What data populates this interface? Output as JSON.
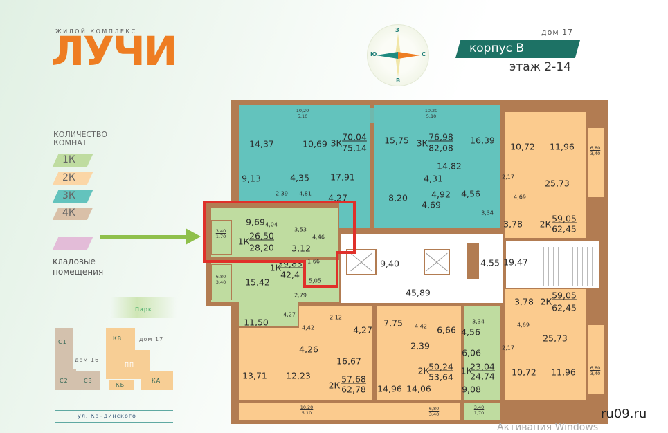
{
  "branding": {
    "subtitle": "ЖИЛОЙ КОМПЛЕКС",
    "name": "ЛУЧИ"
  },
  "legend": {
    "title_line1": "КОЛИЧЕСТВО",
    "title_line2": "КОМНАТ",
    "items": [
      {
        "label": "1К",
        "color": "#bfdca0"
      },
      {
        "label": "2К",
        "color": "#fbd6a6"
      },
      {
        "label": "3К",
        "color": "#63c3bd"
      },
      {
        "label": "4К",
        "color": "#d9c0a8"
      }
    ],
    "storage": {
      "color": "#e3bcd8",
      "line1": "кладовые",
      "line2": "помещения"
    }
  },
  "site_map": {
    "park": "Парк",
    "house16": "дом 16",
    "house17": "дом 17",
    "blocks": [
      "С1",
      "С2",
      "С3",
      "КВ",
      "ПП",
      "КБ",
      "КА"
    ],
    "street": "ул. Кандинского"
  },
  "compass": {
    "n": "З",
    "s": "В",
    "w": "Ю",
    "e": "С"
  },
  "header": {
    "house": "дом 17",
    "building": "корпус В",
    "floor": "этаж 2-14"
  },
  "plan": {
    "apartments": [
      {
        "type": "3К",
        "living": "70,04",
        "total": "75,14",
        "rooms": [
          "14,37",
          "10,69",
          "9,13",
          "4,35",
          "17,91",
          "2,39",
          "4,81",
          "4,27"
        ],
        "balcony": [
          "10,20",
          "5,10"
        ]
      },
      {
        "type": "3К",
        "living": "76,98",
        "total": "82,08",
        "rooms": [
          "15,75",
          "16,39",
          "14,82",
          "4,31",
          "8,20",
          "4,92",
          "4,69",
          "4,56",
          "3,34"
        ],
        "balcony": [
          "10,20",
          "5,10"
        ]
      },
      {
        "type": "2К",
        "living": "59,05",
        "total": "62,45",
        "rooms": [
          "10,72",
          "11,96",
          "25,73",
          "2,17",
          "4,69",
          "3,78"
        ],
        "balcony": [
          "6,80",
          "3,40"
        ]
      },
      {
        "type": "2К",
        "living": "59,05",
        "total": "62,45",
        "rooms": [
          "3,78",
          "4,69",
          "25,73",
          "2,17",
          "10,72",
          "11,96"
        ],
        "balcony": [
          "6,80",
          "3,40"
        ]
      },
      {
        "type": "1К",
        "living": "23,04",
        "total": "24,74",
        "rooms": [
          "3,34",
          "4,56",
          "6,06",
          "9,08"
        ],
        "balcony": [
          "3,40",
          "1,70"
        ]
      },
      {
        "type": "2К",
        "living": "50,24",
        "total": "53,64",
        "rooms": [
          "7,75",
          "4,42",
          "6,66",
          "2,39",
          "14,06",
          "14,96"
        ],
        "balcony": [
          "6,80",
          "3,40"
        ]
      },
      {
        "type": "2К",
        "living": "57,68",
        "total": "62,78",
        "rooms": [
          "2,12",
          "4,42",
          "4,27",
          "4,26",
          "16,67",
          "13,71",
          "12,23"
        ],
        "balcony": [
          "10,20",
          "5,10"
        ]
      },
      {
        "type": "1К",
        "living": "26,50",
        "total": "28,20",
        "rooms": [
          "9,69",
          "4,04",
          "3,53",
          "4,46",
          "3,12",
          "1,66"
        ],
        "balcony": [
          "3,40",
          "1,70"
        ],
        "highlighted": true
      },
      {
        "type": "1К",
        "living": "39,83",
        "total": "42,4",
        "rooms": [
          "15,42",
          "5,05",
          "2,79",
          "4,27",
          "11,50"
        ],
        "balcony": [
          "6,80",
          "3,40"
        ]
      }
    ],
    "common": [
      "9,40",
      "45,89",
      "4,55",
      "19,47"
    ]
  },
  "watermarks": {
    "windows": "Активация Windows",
    "site": "ru09.ru"
  },
  "colors": {
    "highlight": "#e0302a",
    "arrow": "#8fc04b",
    "brand": "#ee7d22",
    "banner": "#1d7265",
    "wall": "#b27c52"
  }
}
